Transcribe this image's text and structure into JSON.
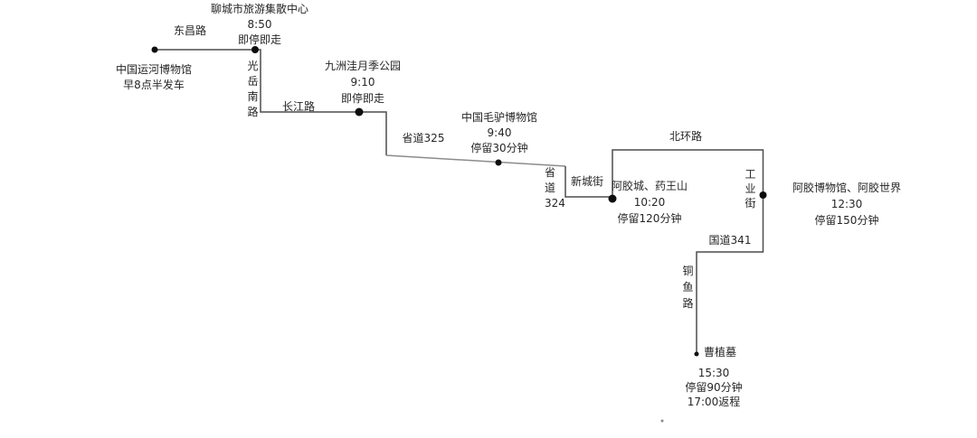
{
  "diagram": {
    "stops": [
      {
        "name": "中国运河博物馆",
        "note": "早8点半发车"
      },
      {
        "name": "聊城市旅游集散中心",
        "time": "8:50",
        "note": "即停即走"
      },
      {
        "name": "九洲洼月季公园",
        "time": "9:10",
        "note": "即停即走"
      },
      {
        "name": "中国毛驴博物馆",
        "time": "9:40",
        "note": "停留30分钟"
      },
      {
        "name": "阿胶城、药王山",
        "time": "10:20",
        "note": "停留120分钟"
      },
      {
        "name": "阿胶博物馆、阿胶世界",
        "time": "12:30",
        "note": "停留150分钟"
      },
      {
        "name": "曹植墓",
        "time": "15:30",
        "note": "停留90分钟",
        "extra": "17:00返程"
      }
    ],
    "roads": [
      {
        "name": "东昌路"
      },
      {
        "name": "光岳南路"
      },
      {
        "name": "长江路"
      },
      {
        "name": "省道325"
      },
      {
        "name": "省道324",
        "parts": [
          "省",
          "道",
          "324"
        ]
      },
      {
        "name": "新城街"
      },
      {
        "name": "北环路"
      },
      {
        "name": "工业街"
      },
      {
        "name": "国道341"
      },
      {
        "name": "铜鱼路"
      }
    ],
    "colors": {
      "line": "#4d4d4d",
      "line_light": "#8c8c8c",
      "dot": "#0d0d0d",
      "stray": "#8a8a8a"
    }
  }
}
